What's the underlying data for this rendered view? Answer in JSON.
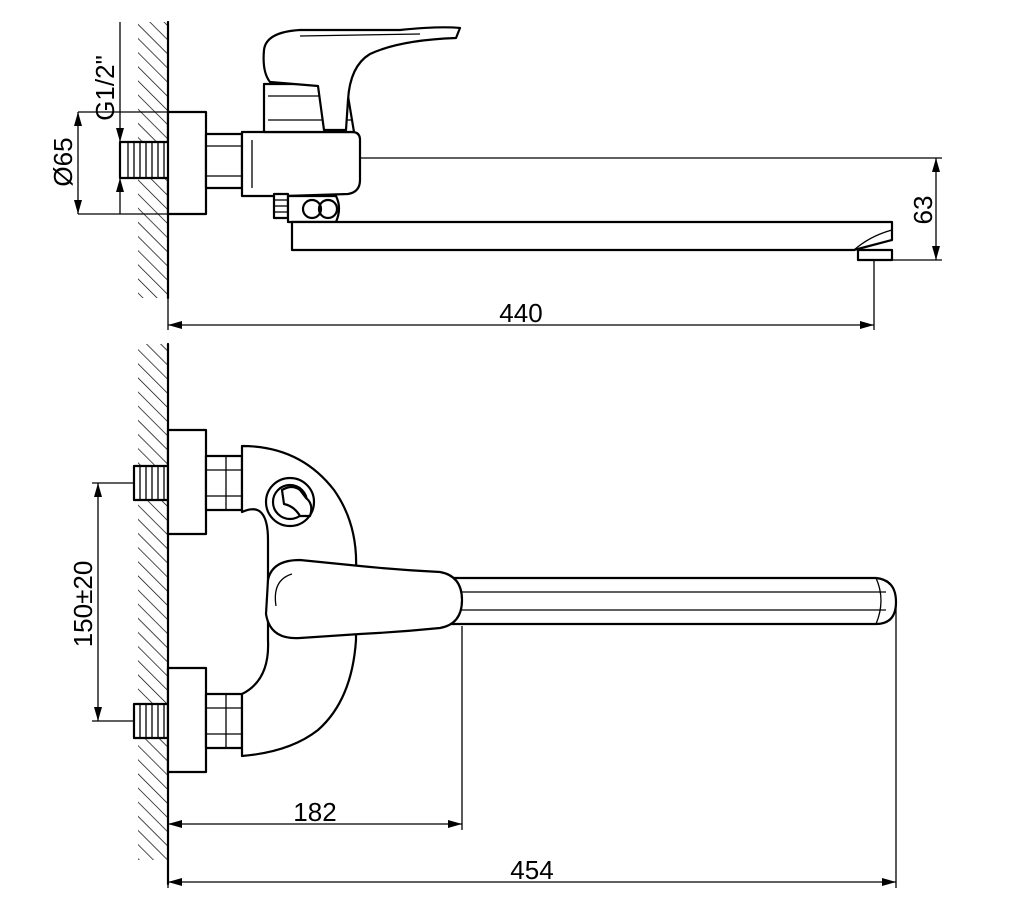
{
  "dimensions": {
    "thread": "G1/2\"",
    "outlet_diameter": "Ø65",
    "spout_height": "63",
    "spout_length_side": "440",
    "inlet_spacing": "150±20",
    "handle_reach": "182",
    "overall_length": "454"
  },
  "colors": {
    "line": "#000000",
    "background": "#ffffff"
  }
}
